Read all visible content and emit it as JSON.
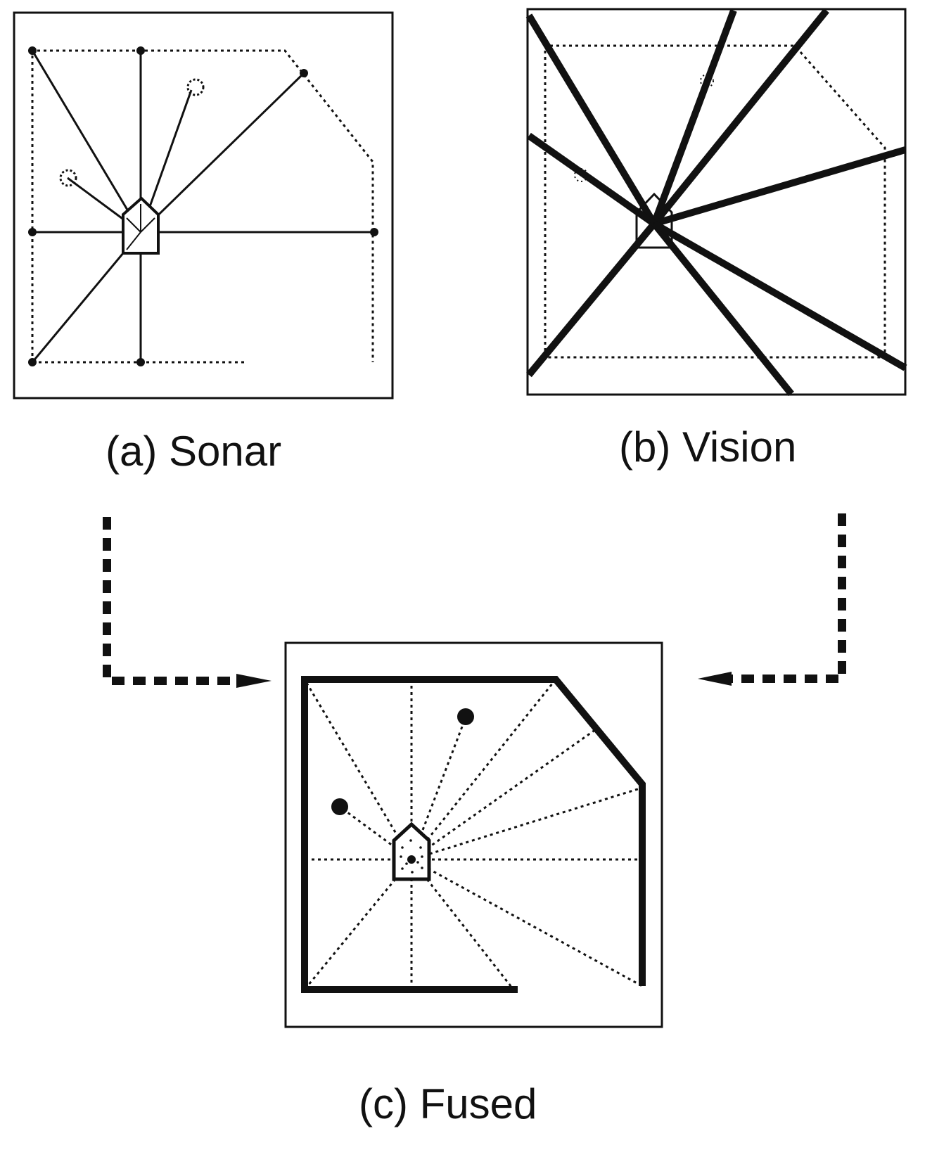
{
  "panels": {
    "sonar": {
      "caption": "(a) Sonar"
    },
    "vision": {
      "caption": "(b) Vision"
    },
    "fused": {
      "caption": "(c) Fused"
    }
  },
  "colors": {
    "ink": "#111111",
    "background": "#ffffff"
  }
}
